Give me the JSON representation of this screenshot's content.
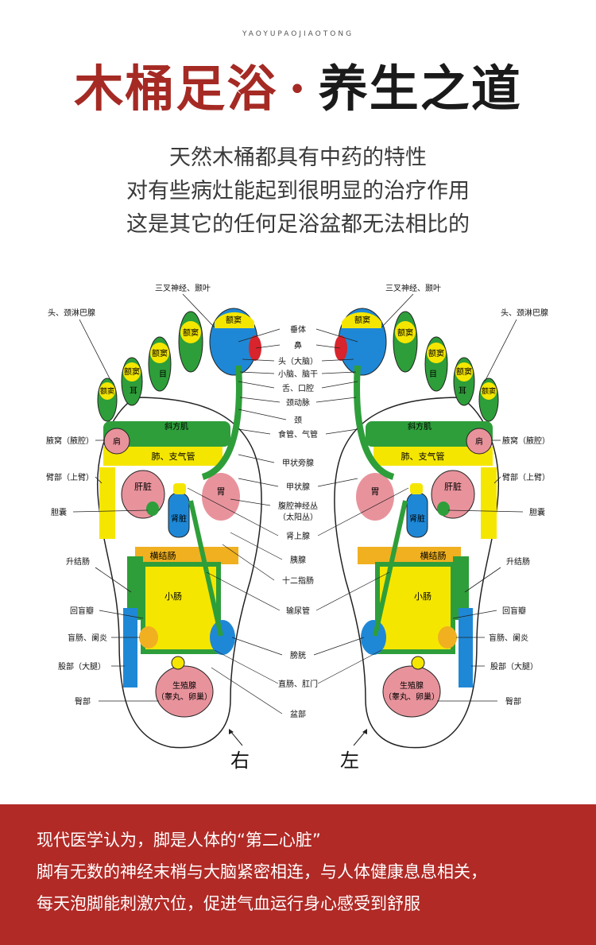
{
  "brand": "YAOYUPAOJIAOTONG",
  "title": {
    "part1": "木桶足浴",
    "sep": "·",
    "part2": "养生之道"
  },
  "subtitle": [
    "天然木桶都具有中药的特性",
    "对有些病灶能起到很明显的治疗作用",
    "这是其它的任何足浴盆都无法相比的"
  ],
  "foot_labels": {
    "right": "右",
    "left": "左"
  },
  "left_labels": [
    "三叉神经、颞叶",
    "头、颈淋巴腺",
    "腋窝（腋腔）",
    "臂部（上臂）",
    "胆囊",
    "升结肠",
    "回盲瓣",
    "盲肠、阑炎",
    "股部（大腿）",
    "臀部"
  ],
  "right_labels": [
    "三叉神经、颞叶",
    "头、颈淋巴腺",
    "腋窝（腋腔）",
    "臂部（上臂）",
    "胆囊",
    "升结肠",
    "回盲瓣",
    "盲肠、阑炎",
    "股部（大腿）",
    "臀部"
  ],
  "center_labels": [
    "垂体",
    "鼻",
    "头（大脑）",
    "小脑、脑干",
    "舌、口腔",
    "颈动脉",
    "颈",
    "食管、气管",
    "甲状旁腺",
    "甲状腺",
    "腹腔神经丛",
    "（太阳丛）",
    "肾上腺",
    "胰腺",
    "十二指肠",
    "输尿管",
    "膀胱",
    "直肠、肛门",
    "盆部"
  ],
  "right_foot_regions": [
    "额窦",
    "额窦",
    "额窦",
    "额窦",
    "额窦",
    "目",
    "耳",
    "斜方肌",
    "肩",
    "肺、支气管",
    "肝脏",
    "胃",
    "肾脏",
    "横结肠",
    "小肠",
    "生殖腺",
    "（睾丸、卵巢）"
  ],
  "left_foot_regions": [
    "额窦",
    "额窦",
    "额窦",
    "额窦",
    "额窦",
    "目",
    "耳",
    "斜方肌",
    "肩",
    "肺、支气管",
    "肝脏",
    "胃",
    "肾脏",
    "横结肠",
    "小肠",
    "生殖腺",
    "（睾丸、卵巢）"
  ],
  "footer": [
    "现代医学认为，脚是人体的“第二心脏”",
    "脚有无数的神经末梢与大脑紧密相连，与人体健康息息相关，",
    "每天泡脚能刺激穴位，促进气血运行身心感受到舒服"
  ],
  "colors": {
    "brand_red": "#a52a24",
    "footer_bg": "#b12a26",
    "zone_blue": "#1e88d6",
    "zone_yellow": "#f5e600",
    "zone_green": "#2e9e3a",
    "zone_pink": "#e8939c",
    "zone_red": "#d8242c"
  }
}
